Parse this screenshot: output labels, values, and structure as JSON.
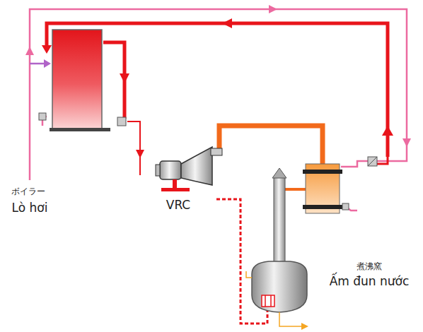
{
  "diagram": {
    "labels": [
      "ボイラー",
      "Lò hơi",
      "VRC",
      "煮沸窯",
      "Ấm đun nước"
    ]
  }
}
